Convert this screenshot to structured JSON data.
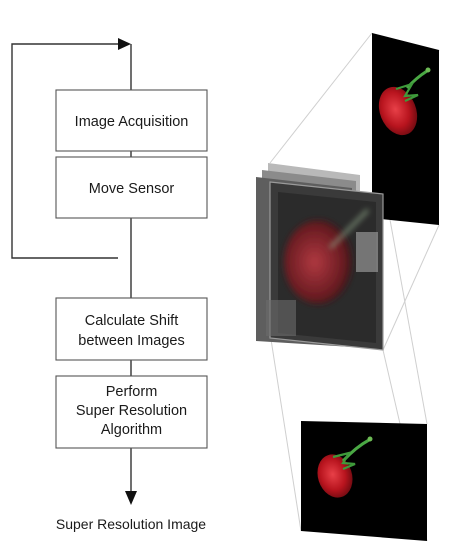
{
  "steps": {
    "image_acquisition": [
      "Image Acquisition"
    ],
    "move_sensor": [
      "Move Sensor"
    ],
    "calculate_shift": [
      "Calculate Shift",
      "between Images"
    ],
    "super_resolution_algorithm": [
      "Perform",
      "Super Resolution",
      "Algorithm"
    ]
  },
  "output_label": "Super Resolution Image",
  "colors": {
    "line": "#333333",
    "box_border": "#555555",
    "connector": "#c8c8c8",
    "frame_background": "#000000",
    "fruit": "#c0202a",
    "stem": "#3e9a3a"
  },
  "icons": {
    "strawberry": "strawberry-image",
    "arrow": "arrowhead"
  }
}
